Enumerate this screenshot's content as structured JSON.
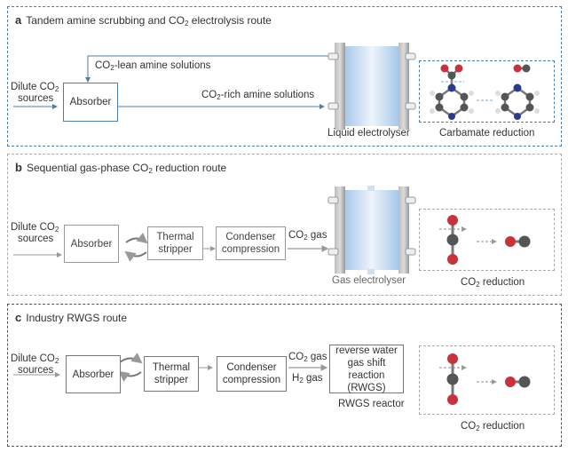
{
  "panels": [
    {
      "letter": "a",
      "title_pre": "Tandem amine scrubbing and CO",
      "title_sub": "2",
      "title_post": " electrolysis route",
      "source_line1_pre": "Dilute CO",
      "source_line1_sub": "2",
      "source_line2": "sources",
      "absorber": "Absorber",
      "lean_pre": "CO",
      "lean_sub": "2",
      "lean_post": "-lean amine solutions",
      "rich_pre": "CO",
      "rich_sub": "2",
      "rich_post": "-rich amine solutions",
      "device_label": "Liquid electrolyser",
      "molecule_label": "Carbamate reduction",
      "accent_color": "#4a7fa8"
    },
    {
      "letter": "b",
      "title_pre": "Sequential gas-phase CO",
      "title_sub": "2",
      "title_post": " reduction route",
      "source_line1_pre": "Dilute CO",
      "source_line1_sub": "2",
      "source_line2": "sources",
      "absorber": "Absorber",
      "stripper_line1": "Thermal",
      "stripper_line2": "stripper",
      "condenser_line1": "Condenser",
      "condenser_line2": "compression",
      "gas_pre": "CO",
      "gas_sub": "2",
      "gas_post": " gas",
      "device_label": "Gas electrolyser",
      "molecule_label_pre": "CO",
      "molecule_label_sub": "2",
      "molecule_label_post": " reduction"
    },
    {
      "letter": "c",
      "title": "Industry RWGS route",
      "source_line1_pre": "Dilute CO",
      "source_line1_sub": "2",
      "source_line2": "sources",
      "absorber": "Absorber",
      "stripper_line1": "Thermal",
      "stripper_line2": "stripper",
      "condenser_line1": "Condenser",
      "condenser_line2": "compression",
      "gas1_pre": "CO",
      "gas1_sub": "2",
      "gas1_post": " gas",
      "gas2_pre": "H",
      "gas2_sub": "2",
      "gas2_post": " gas",
      "reactor_line1": "reverse water",
      "reactor_line2": "gas shift reaction",
      "reactor_line3": "(RWGS)",
      "device_label": "RWGS reactor",
      "molecule_label_pre": "CO",
      "molecule_label_sub": "2",
      "molecule_label_post": " reduction"
    }
  ],
  "colors": {
    "oxygen": "#c8323c",
    "carbon": "#555555",
    "nitrogen": "#2a3a8c",
    "hydrogen": "#dddddd",
    "electrolyte": "#a8c8ea"
  }
}
